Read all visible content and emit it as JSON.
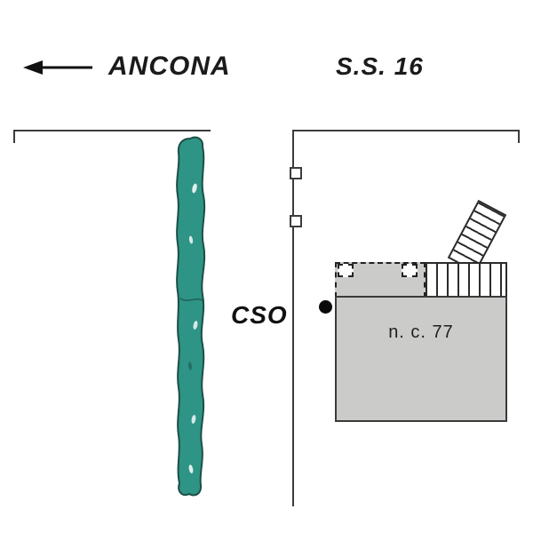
{
  "labels": {
    "direction": "ANCONA",
    "road": "S.S. 16",
    "site": "CSO",
    "building": "n. c. 77"
  },
  "icons": {
    "direction_arrow": "left-arrow"
  },
  "colors": {
    "hedge_fill": "#2e9486",
    "hedge_stroke": "#1c4f45",
    "building_fill": "#cbcbca",
    "line": "#3c3c3c",
    "hatch": "#2b2b2b"
  }
}
